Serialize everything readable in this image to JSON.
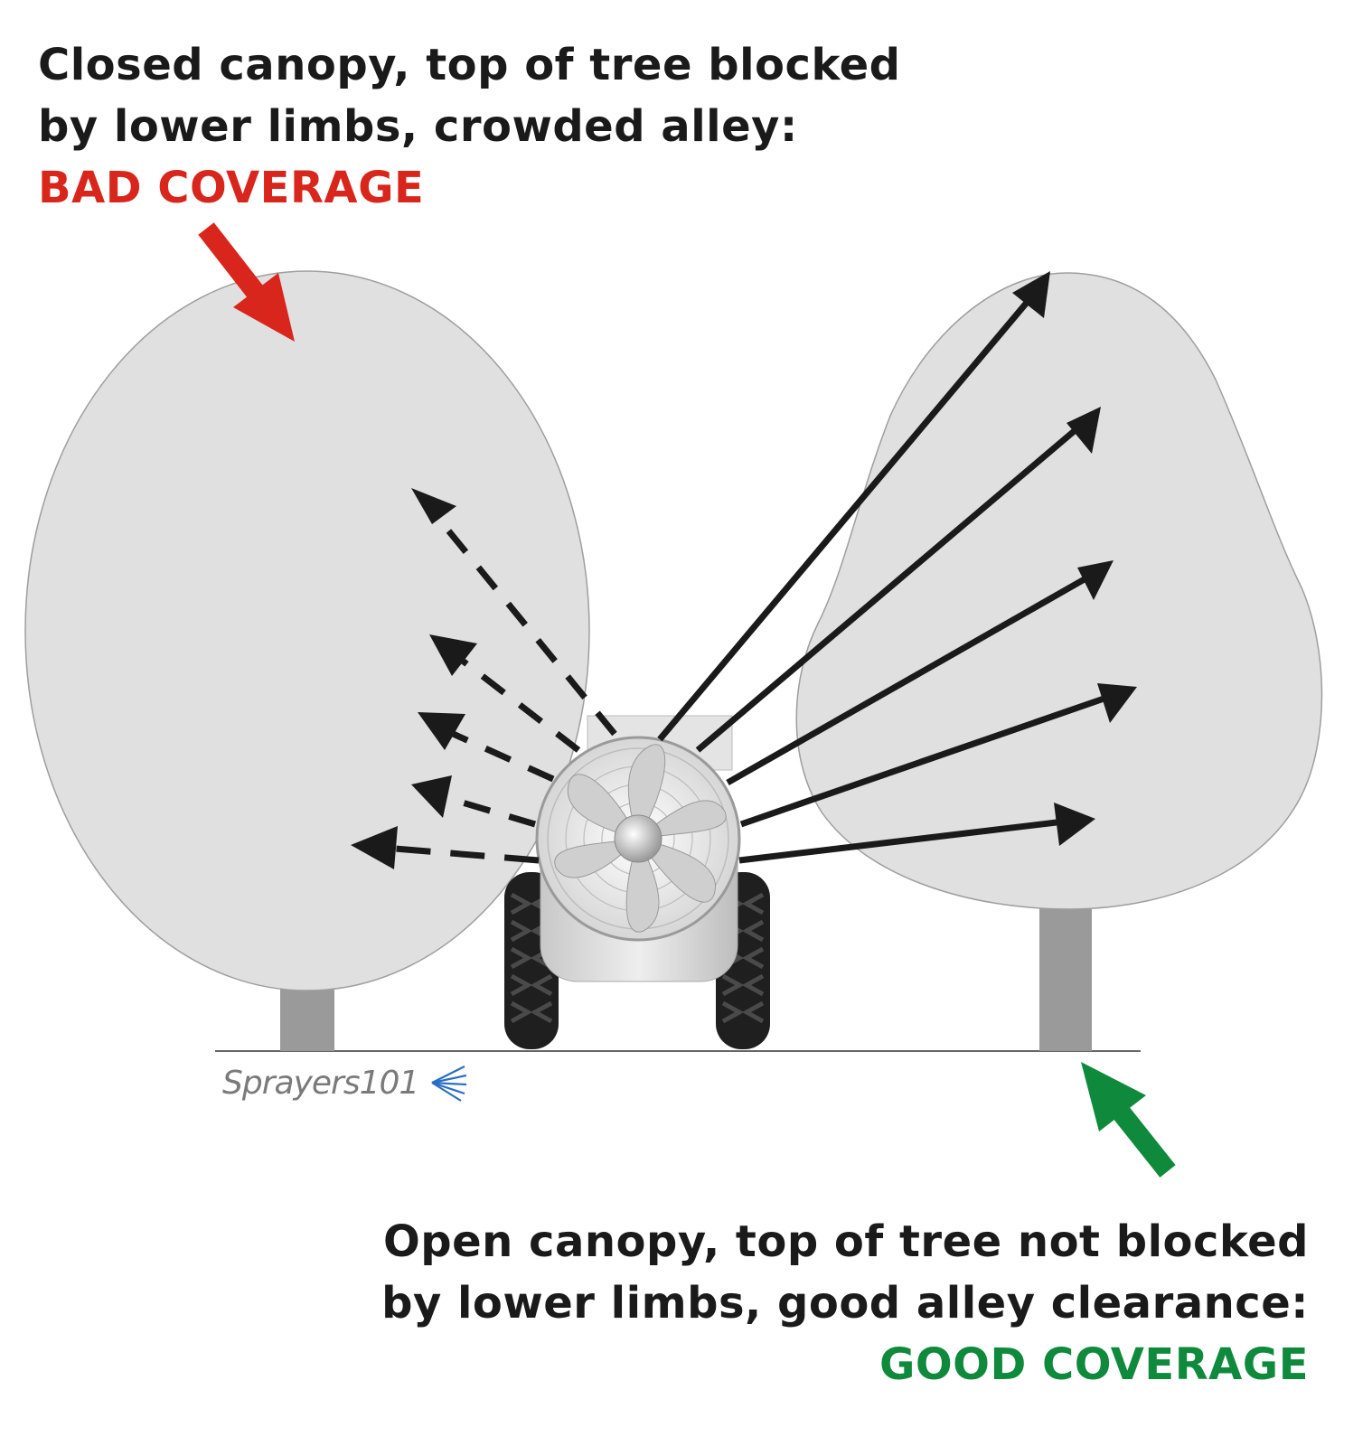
{
  "top_caption": {
    "line1": "Closed canopy, top of tree blocked",
    "line2": "by lower limbs, crowded alley:",
    "verdict": "BAD COVERAGE"
  },
  "bottom_caption": {
    "line1": "Open canopy, top of tree not blocked",
    "line2": "by  lower limbs, good alley clearance:",
    "verdict": "GOOD COVERAGE"
  },
  "brand": {
    "text": "Sprayers101",
    "icon": "spray-fan-icon"
  },
  "colors": {
    "bad": "#d9261c",
    "good": "#0f8a3c",
    "canopy": "#e0e0e0",
    "trunk": "#9a9a9a",
    "arrow": "#1a1a1a",
    "brand_spray": "#2a6fc4"
  }
}
